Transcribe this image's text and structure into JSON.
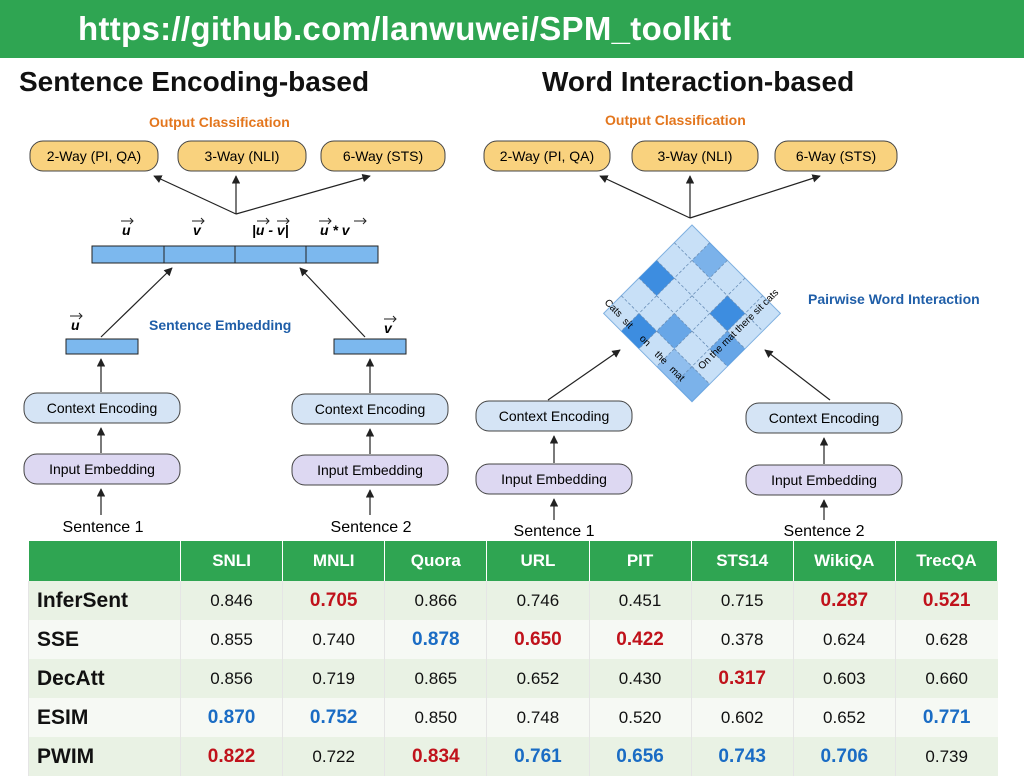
{
  "banner_url": "https://github.com/lanwuwei/SPM_toolkit",
  "left_panel": {
    "title": "Sentence Encoding-based",
    "output_label": "Output Classification",
    "outputs": [
      "2-Way (PI, QA)",
      "3-Way (NLI)",
      "6-Way (STS)"
    ],
    "feature_labels": [
      "u",
      "v",
      "|u - v|",
      "u * v"
    ],
    "embedding_label": "Sentence Embedding",
    "vec_u": "u",
    "vec_v": "v",
    "context": "Context Encoding",
    "input": "Input Embedding",
    "sentence1": "Sentence 1",
    "sentence2": "Sentence 2"
  },
  "right_panel": {
    "title": "Word Interaction-based",
    "output_label": "Output Classification",
    "outputs": [
      "2-Way (PI, QA)",
      "3-Way (NLI)",
      "6-Way (STS)"
    ],
    "interaction_label": "Pairwise Word Interaction",
    "words_left": [
      "Cats",
      "sit",
      "on",
      "the",
      "mat"
    ],
    "words_right": "On the mat there sit cats",
    "context": "Context Encoding",
    "input": "Input Embedding",
    "sentence1": "Sentence 1",
    "sentence2": "Sentence 2"
  },
  "colors": {
    "banner": "#2fa552",
    "output_box": "#f9d27e",
    "context_box": "#d5e4f5",
    "input_box": "#ddd8f2",
    "vector": "#7cb8ee",
    "orange_label": "#e3761d",
    "blue_label": "#1f5ea8",
    "best": "#c0121b",
    "second": "#1a6cc4"
  },
  "table": {
    "columns": [
      "SNLI",
      "MNLI",
      "Quora",
      "URL",
      "PIT",
      "STS14",
      "WikiQA",
      "TrecQA"
    ],
    "rows": [
      {
        "model": "InferSent",
        "values": [
          "0.846",
          "0.705",
          "0.866",
          "0.746",
          "0.451",
          "0.715",
          "0.287",
          "0.521"
        ],
        "styles": [
          "",
          "red",
          "",
          "",
          "",
          "",
          "red",
          "red"
        ]
      },
      {
        "model": "SSE",
        "values": [
          "0.855",
          "0.740",
          "0.878",
          "0.650",
          "0.422",
          "0.378",
          "0.624",
          "0.628"
        ],
        "styles": [
          "",
          "",
          "blue",
          "red",
          "red",
          "",
          "",
          ""
        ]
      },
      {
        "model": "DecAtt",
        "values": [
          "0.856",
          "0.719",
          "0.865",
          "0.652",
          "0.430",
          "0.317",
          "0.603",
          "0.660"
        ],
        "styles": [
          "",
          "",
          "",
          "",
          "",
          "red",
          "",
          ""
        ]
      },
      {
        "model": "ESIM",
        "values": [
          "0.870",
          "0.752",
          "0.850",
          "0.748",
          "0.520",
          "0.602",
          "0.652",
          "0.771"
        ],
        "styles": [
          "blue",
          "blue",
          "",
          "",
          "",
          "",
          "",
          "blue"
        ]
      },
      {
        "model": "PWIM",
        "values": [
          "0.822",
          "0.722",
          "0.834",
          "0.761",
          "0.656",
          "0.743",
          "0.706",
          "0.739"
        ],
        "styles": [
          "red",
          "",
          "red",
          "blue",
          "blue",
          "blue",
          "blue",
          ""
        ]
      }
    ]
  }
}
